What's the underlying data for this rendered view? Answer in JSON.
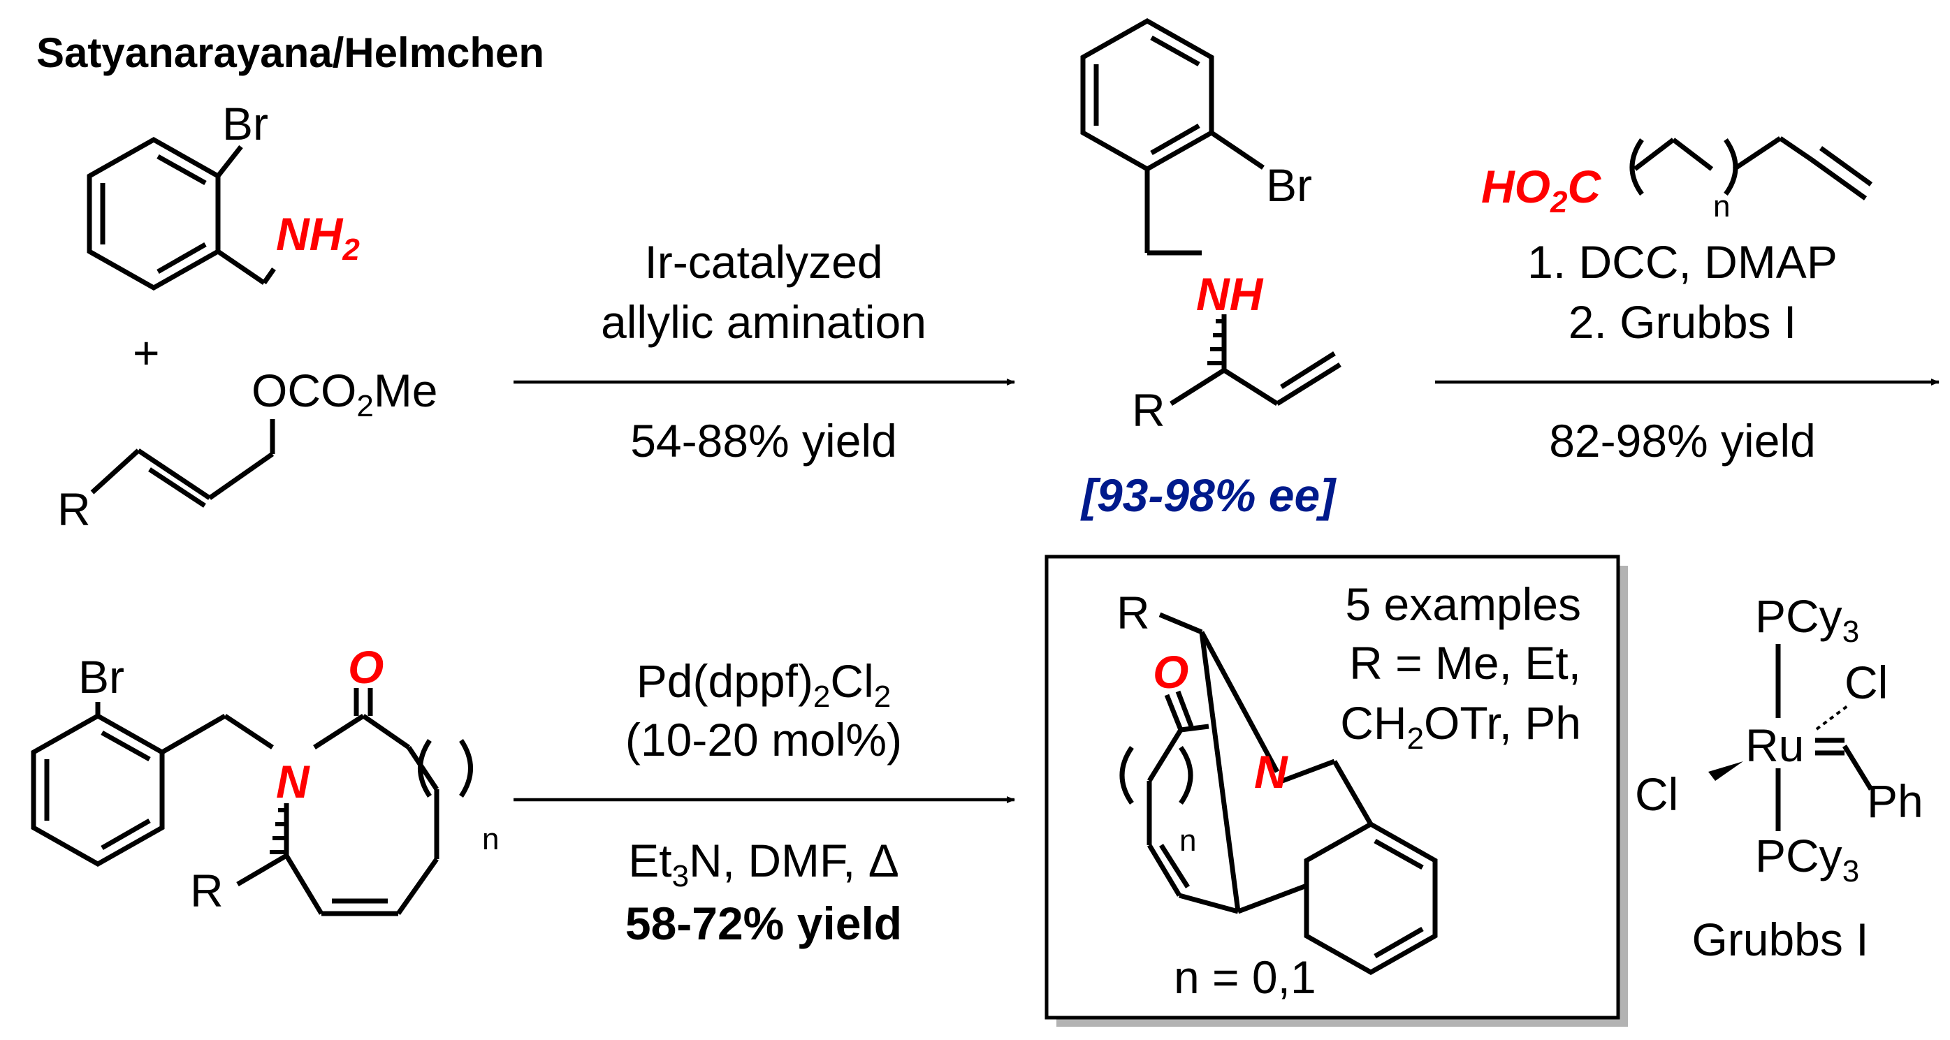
{
  "scheme": {
    "title": "Satyanarayana/Helmchen",
    "colors": {
      "heteroatom": "#ff0000",
      "ee": "#001a8c",
      "ink": "#000000"
    },
    "reactants": {
      "amine": {
        "br": "Br",
        "nh2": "NH",
        "nh2_sub": "2"
      },
      "plus": "+",
      "carbonate": {
        "oco": "OCO",
        "oco_sub": "2",
        "me": "Me",
        "r": "R"
      }
    },
    "arrow1": {
      "line1": "Ir-catalyzed",
      "line2": "allylic amination",
      "below": "54-88% yield"
    },
    "intermediate": {
      "br": "Br",
      "nh": "NH",
      "r": "R",
      "ee": "[93-98% ee]"
    },
    "arrow2": {
      "acid_ho": "HO",
      "acid_sub": "2",
      "acid_c": "C",
      "acid_n": "n",
      "step1": "1. DCC, DMAP",
      "step2": "2. Grubbs I",
      "below": "82-98% yield"
    },
    "substrate": {
      "br": "Br",
      "o": "O",
      "n": "N",
      "r": "R",
      "n_index": "n"
    },
    "arrow3": {
      "cat_a": "Pd(dppf)",
      "cat_sub": "2",
      "cat_b": "Cl",
      "cat_sub2": "2",
      "loading": "(10-20 mol%)",
      "et": "Et",
      "et_sub": "3",
      "rest": "N, DMF, Δ",
      "yield": "58-72% yield"
    },
    "product": {
      "r": "R",
      "o": "O",
      "n": "N",
      "n_index": "n",
      "examples": "5 examples",
      "r_list1": "R = Me, Et,",
      "r_list2_a": "CH",
      "r_list2_sub": "2",
      "r_list2_b": "OTr, Ph",
      "n_values": "n = 0,1"
    },
    "catalyst": {
      "pcy3_top": "PCy",
      "pcy3_top_sub": "3",
      "cl_right": "Cl",
      "ru": "Ru",
      "cl_left": "Cl",
      "ph": "Ph",
      "pcy3_bottom": "PCy",
      "pcy3_bottom_sub": "3",
      "name": "Grubbs I"
    }
  }
}
